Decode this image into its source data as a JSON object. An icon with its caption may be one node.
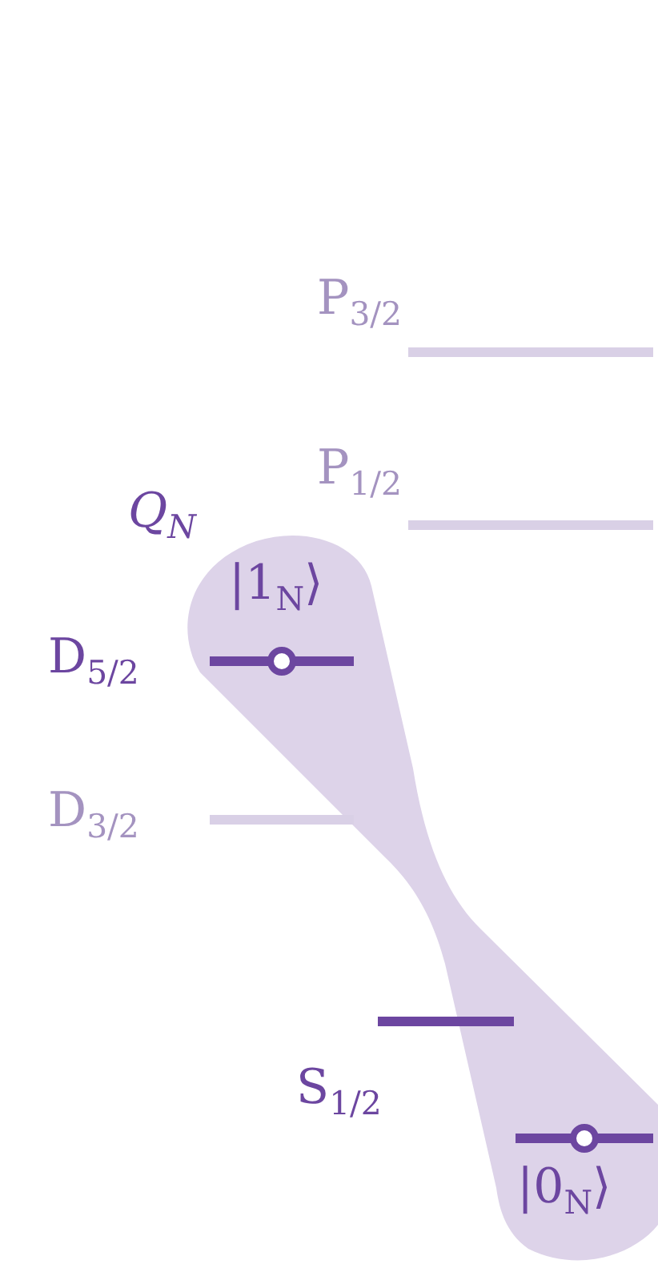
{
  "diagram": {
    "labels": [
      "P$_{3/2}$",
      "P$_{1/2}$",
      "Q$_{N}$",
      "|1$_{N}$⟩",
      "D$_{5/2}$",
      "D$_{3/2}$",
      "S$_{1/2}$",
      "|0$_{N}$⟩"
    ]
  }
}
